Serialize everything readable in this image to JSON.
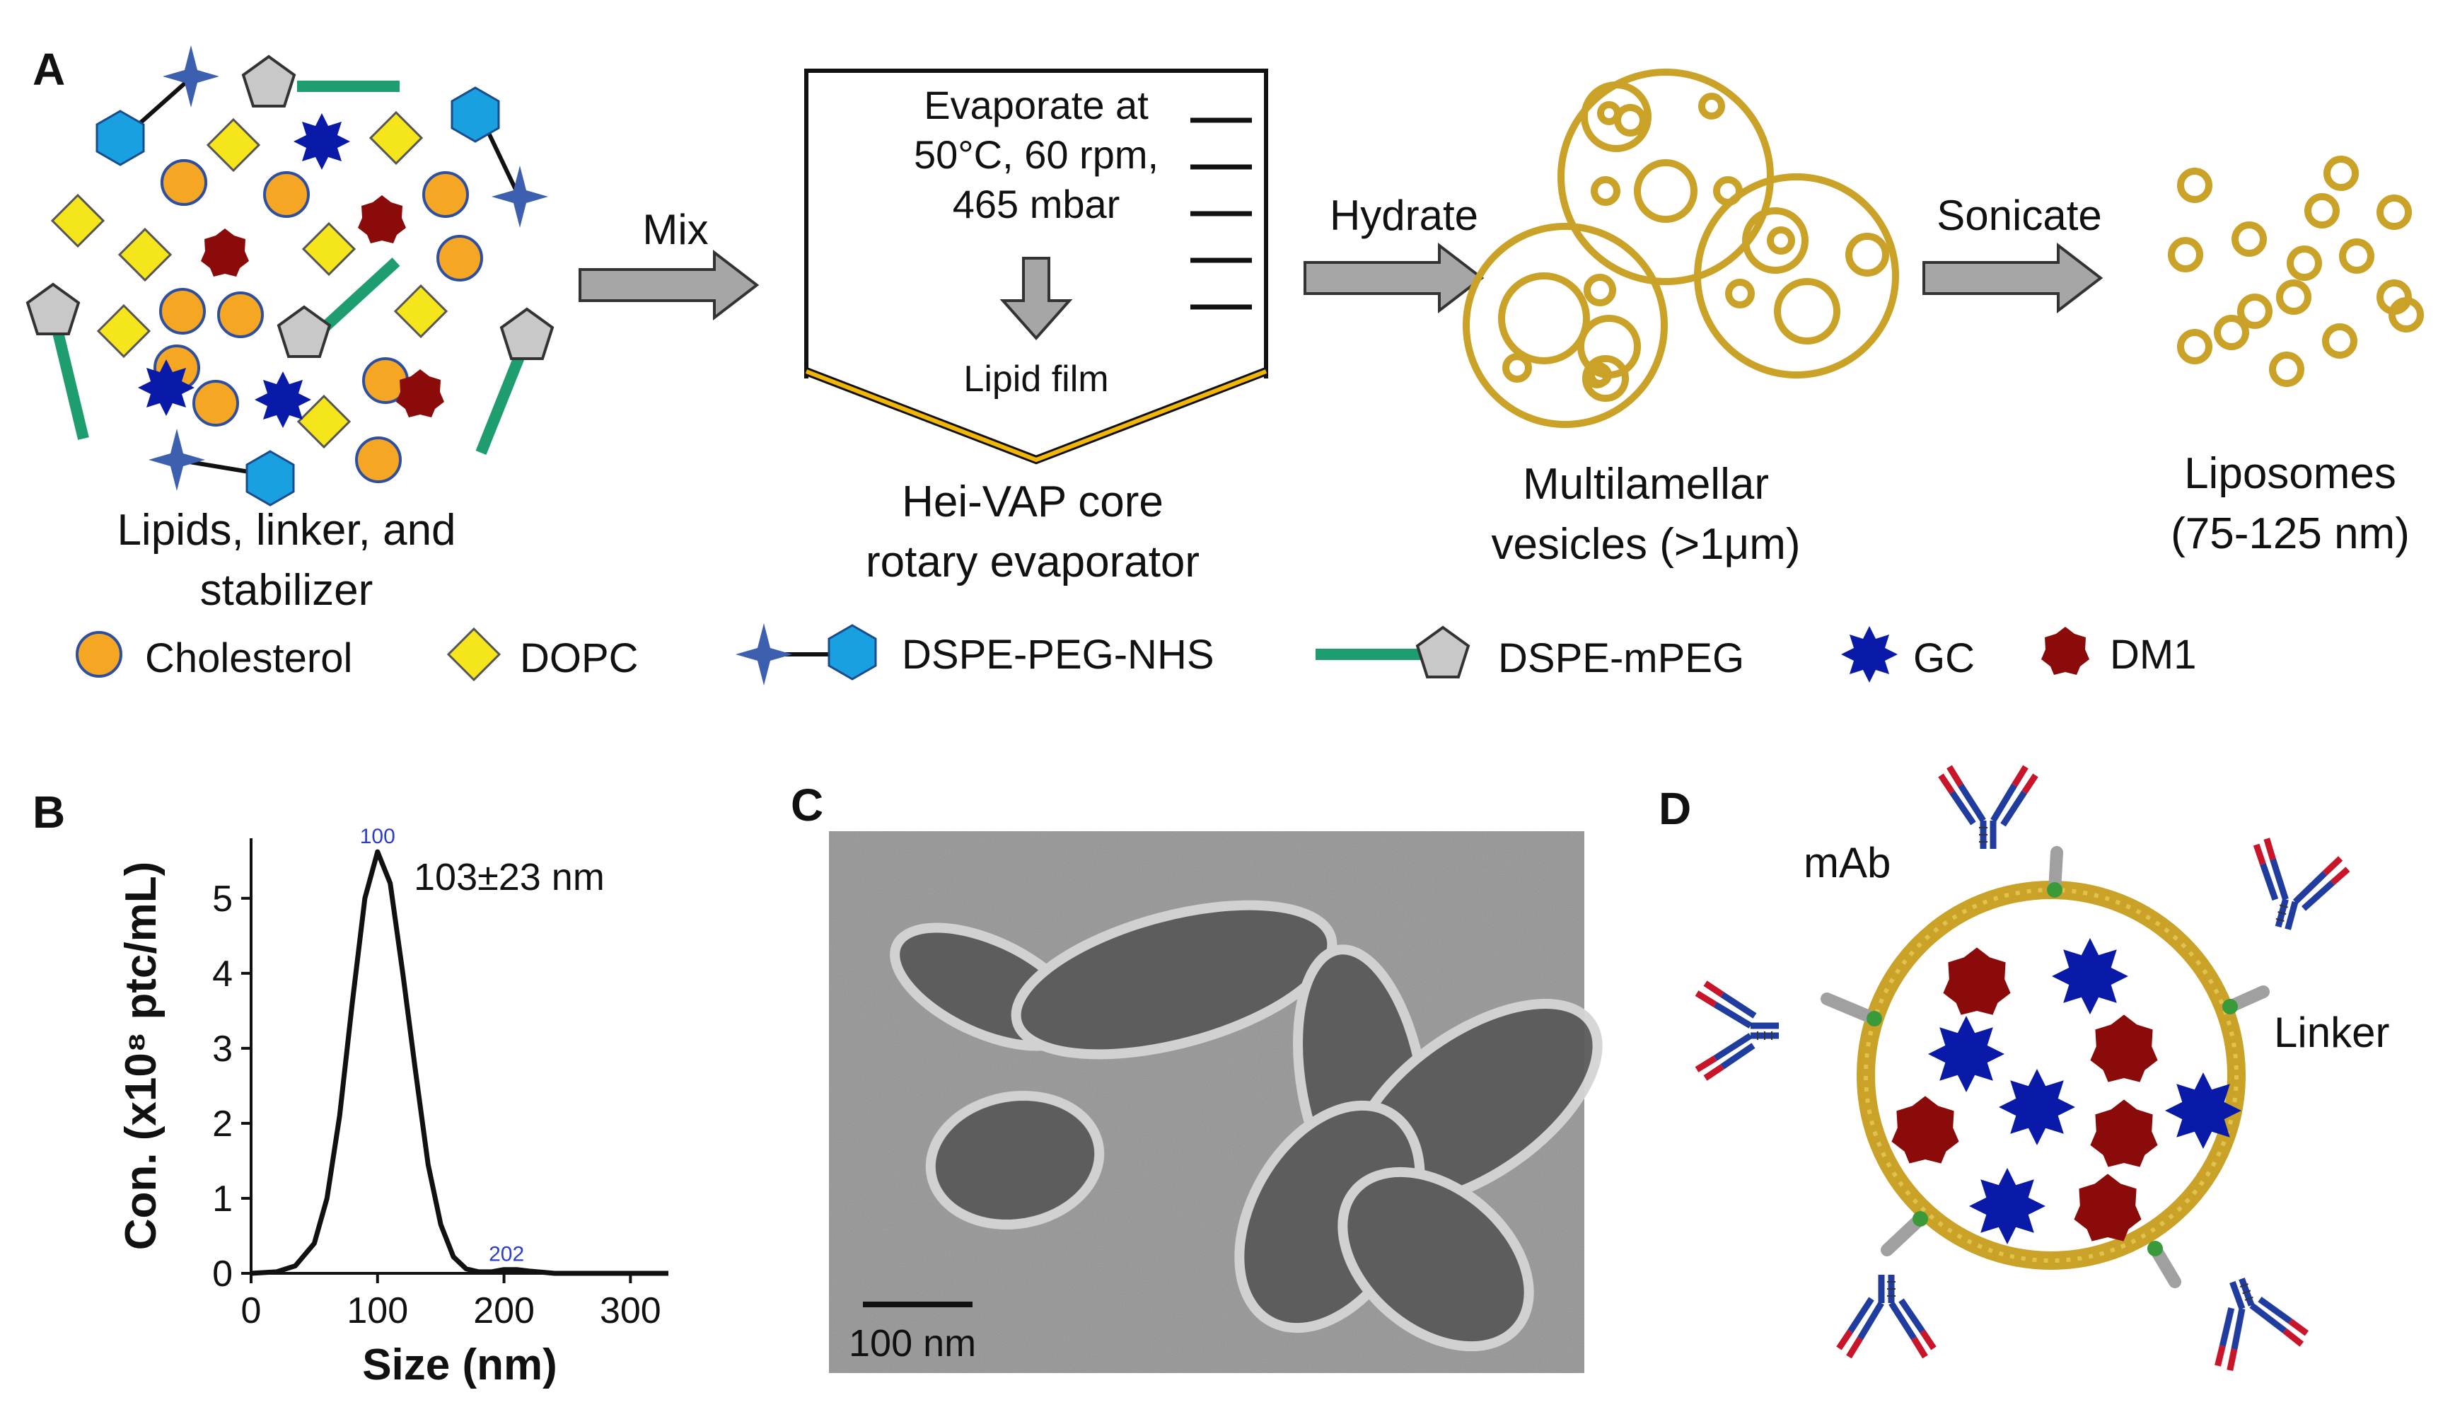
{
  "colors": {
    "gold": "#C9A227",
    "gold_dark": "#A8860F",
    "cholesterol": "#F5A623",
    "dopc": "#F5E51B",
    "nhs_hex": "#18A0E0",
    "star_blue": "#3C5FB0",
    "gc": "#0A1AA8",
    "dm1": "#8B0A0A",
    "peg_green": "#1E9E6E",
    "pent_gray": "#C8C8C8",
    "arrow_gray": "#A6A6A6",
    "ab_blue": "#1F3C9E",
    "ab_red": "#C8152A",
    "linker_gray": "#A0A0A0",
    "node_green": "#3A9A3A",
    "plot_blue": "#2B3FC9"
  },
  "panel_a": {
    "label": "A",
    "mixture_caption_1": "Lipids, linker, and",
    "mixture_caption_2": "stabilizer",
    "arrow_mix": "Mix",
    "evap_line_1": "Evaporate at",
    "evap_line_2": "50°C, 60 rpm,",
    "evap_line_3": "465 mbar",
    "film_label": "Lipid film",
    "evap_caption_1": "Hei-VAP core",
    "evap_caption_2": "rotary evaporator",
    "arrow_hydrate": "Hydrate",
    "mlv_caption_1": "Multilamellar",
    "mlv_caption_2": "vesicles (>1μm)",
    "arrow_sonicate": "Sonicate",
    "lipo_caption_1": "Liposomes",
    "lipo_caption_2": "(75-125 nm)",
    "legend": {
      "cholesterol": "Cholesterol",
      "dopc": "DOPC",
      "dspe_peg_nhs": "DSPE-PEG-NHS",
      "dspe_mpeg": "DSPE-mPEG",
      "gc": "GC",
      "dm1": "DM1"
    }
  },
  "panel_b": {
    "label": "B",
    "annotation": "103±23 nm",
    "peak_label": "100",
    "minor_peak_label": "202"
  },
  "panel_c": {
    "label": "C",
    "scale_bar": "100 nm"
  },
  "panel_d": {
    "label": "D",
    "mab_label": "mAb",
    "linker_label": "Linker"
  },
  "chart_data": {
    "type": "line",
    "title": "",
    "xlabel": "Size (nm)",
    "ylabel": "Con. (x10⁸ ptc/mL)",
    "xlim": [
      0,
      330
    ],
    "ylim": [
      0,
      5.8
    ],
    "xticks": [
      0,
      100,
      200,
      300
    ],
    "yticks": [
      0,
      1,
      2,
      3,
      4,
      5
    ],
    "series": [
      {
        "x": [
          0,
          20,
          35,
          50,
          60,
          70,
          80,
          90,
          100,
          110,
          120,
          130,
          140,
          150,
          160,
          170,
          180,
          190,
          200,
          210,
          220,
          240,
          260,
          280,
          300,
          330
        ],
        "y": [
          0.0,
          0.02,
          0.1,
          0.4,
          1.0,
          2.1,
          3.6,
          5.0,
          5.62,
          5.2,
          4.0,
          2.7,
          1.45,
          0.65,
          0.22,
          0.06,
          0.02,
          0.02,
          0.05,
          0.05,
          0.03,
          0.0,
          0.0,
          0.0,
          0.0,
          0.0
        ]
      }
    ],
    "point_labels": [
      {
        "x": 100,
        "y": 5.62,
        "text": "100"
      },
      {
        "x": 202,
        "y": 0.05,
        "text": "202"
      }
    ]
  }
}
